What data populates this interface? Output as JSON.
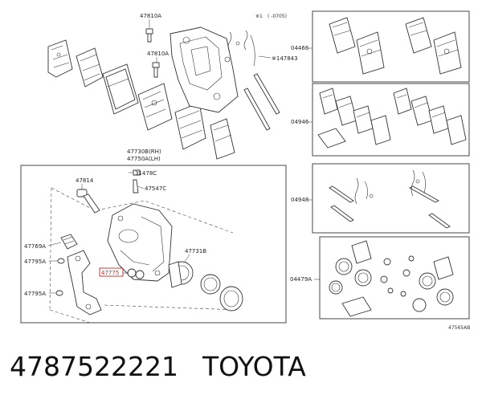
{
  "header_note": {
    "mark": "※1",
    "range": "( -0705)"
  },
  "labels": {
    "p47810a_top": "47810A",
    "p47810a_mid": "47810A",
    "p147843": "※147843",
    "p47730b": "47730B(RH)",
    "p47750a": "47750A(LH)",
    "p31478c": "31478C",
    "p47547c": "47547C",
    "p47814": "47814",
    "p47769a": "47769A",
    "p47795a_1": "47795A",
    "p47795a_2": "47795A",
    "p47775": "47775",
    "p47731b": "47731B",
    "kit_04466": "04466",
    "kit_04946": "04946",
    "kit_04948": "04948",
    "kit_04479a": "04479A",
    "diagram_code": "47565AB"
  },
  "footer": {
    "part_number": "4787522221",
    "brand": "TOYOTA"
  },
  "colors": {
    "highlight": "#c8281e",
    "line": "#333333"
  }
}
